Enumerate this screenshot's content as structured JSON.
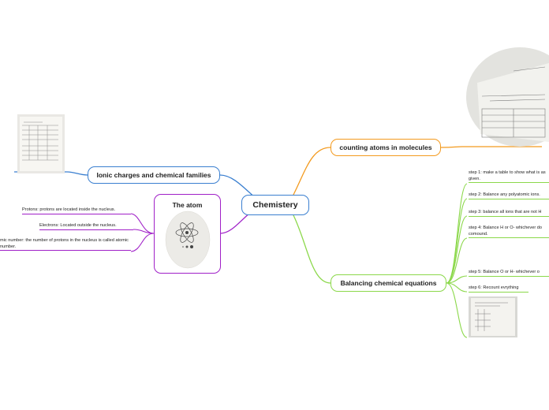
{
  "central": {
    "label": "Chemistery"
  },
  "counting": {
    "label": "counting atoms in molecules"
  },
  "balancing": {
    "label": "Balancing chemical equations",
    "steps": [
      "step 1: make a table to show what is as given.",
      "step 2: Balance any polyatomic ions.",
      "step 3: balance all ions that are not H",
      "step 4: Balance H or O- whichever do comound.",
      "step 5: Balance O or H- whichever o",
      "step 6: Recount evrything"
    ]
  },
  "ionic": {
    "label": "Ionic charges and chemical families"
  },
  "atom": {
    "label": "The atom",
    "facts": [
      "Protons: protons are located inside the nucleus.",
      "Electrons: Located outside the nucleus.",
      "mic number: the number of protons in the nucleus is called atomic number."
    ]
  },
  "colors": {
    "central": "#3a7fd0",
    "orange": "#f39a1e",
    "green": "#8bd84a",
    "purple": "#a020c8"
  }
}
